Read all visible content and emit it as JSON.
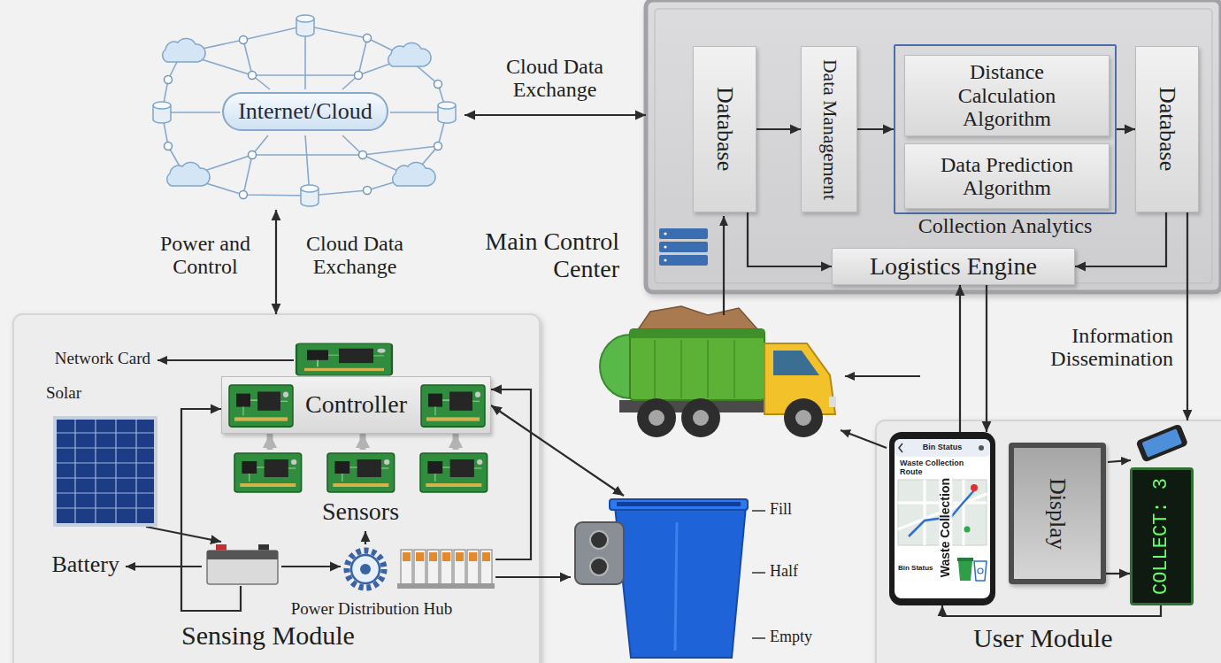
{
  "diagram": {
    "nodes": [
      {
        "text": [
          "Internet/Cloud"
        ]
      },
      {
        "text": [
          "Main Control Center"
        ]
      },
      {
        "text": [
          "Database"
        ],
        "in": 1
      },
      {
        "text": [
          "Data Management"
        ],
        "in": 1
      },
      {
        "text": [
          "Collection Analytics"
        ],
        "in": 1
      },
      {
        "text": [
          "Distance Calculation Algorithm"
        ],
        "in": 4
      },
      {
        "text": [
          "Data Prediction Algorithm"
        ],
        "in": 4
      },
      {
        "text": [
          "Database"
        ],
        "in": 1
      },
      {
        "text": [
          "Logistics Engine"
        ],
        "in": 1
      },
      {
        "text": [
          "Sensing Module"
        ]
      },
      {
        "text": [
          "Network Card"
        ],
        "in": 9
      },
      {
        "text": [
          "Solar"
        ],
        "in": 9
      },
      {
        "text": [
          "Controller"
        ],
        "in": 9
      },
      {
        "text": [
          "Sensors"
        ],
        "in": 9
      },
      {
        "text": [
          "Battery"
        ],
        "in": 9
      },
      {
        "text": [
          "Power Distribution Hub"
        ],
        "in": 9
      },
      {
        "text": [
          "Fill",
          "Half",
          "Empty"
        ]
      },
      {
        "text": [
          "User Module"
        ]
      },
      {
        "text": [
          "Bin Status",
          "Waste Collection Route",
          "Waste Collection",
          "Bin Status"
        ],
        "in": 17
      },
      {
        "text": [
          "Display"
        ],
        "in": 17
      },
      {
        "text": [
          "COLLECT: 3"
        ],
        "in": 17
      }
    ],
    "edges": [
      {
        "from": 0,
        "to": 1,
        "arrow": "both",
        "label": "Cloud Data Exchange"
      },
      {
        "from": 0,
        "to": 9,
        "arrow": "both",
        "label": "Power and Control"
      },
      {
        "from": 2,
        "to": 3,
        "arrow": "to"
      },
      {
        "from": 3,
        "to": 4,
        "arrow": "to"
      },
      {
        "from": 4,
        "to": 7,
        "arrow": "to"
      },
      {
        "from": 2,
        "to": 8,
        "arrow": "to"
      },
      {
        "from": 7,
        "to": 8,
        "arrow": "to"
      },
      {
        "from": 7,
        "to": 17,
        "arrow": "to",
        "label": "Information Dissemination"
      },
      {
        "from": 18,
        "to": 8,
        "arrow": "to"
      },
      {
        "from": 8,
        "to": 18,
        "arrow": "to"
      },
      {
        "from": 11,
        "to": 14,
        "arrow": "to"
      },
      {
        "from": 14,
        "to": 12,
        "arrow": "to"
      },
      {
        "from": 14,
        "to": 15,
        "arrow": "to"
      },
      {
        "from": 15,
        "to": 13,
        "arrow": "to"
      },
      {
        "from": 13,
        "to": 12,
        "arrow": "to"
      },
      {
        "from": 13,
        "to": 12,
        "arrow": "to"
      },
      {
        "from": 13,
        "to": 12,
        "arrow": "to"
      },
      {
        "from": 15,
        "to": 16,
        "arrow": "to"
      },
      {
        "from": 12,
        "to": 16,
        "arrow": "both"
      },
      {
        "from": 15,
        "to": 12,
        "arrow": "to"
      },
      {
        "from": 19,
        "to": 20,
        "arrow": "to"
      },
      {
        "from": 20,
        "to": 18,
        "arrow": "to"
      }
    ],
    "labels": [
      "Cloud Data Exchange"
    ]
  }
}
